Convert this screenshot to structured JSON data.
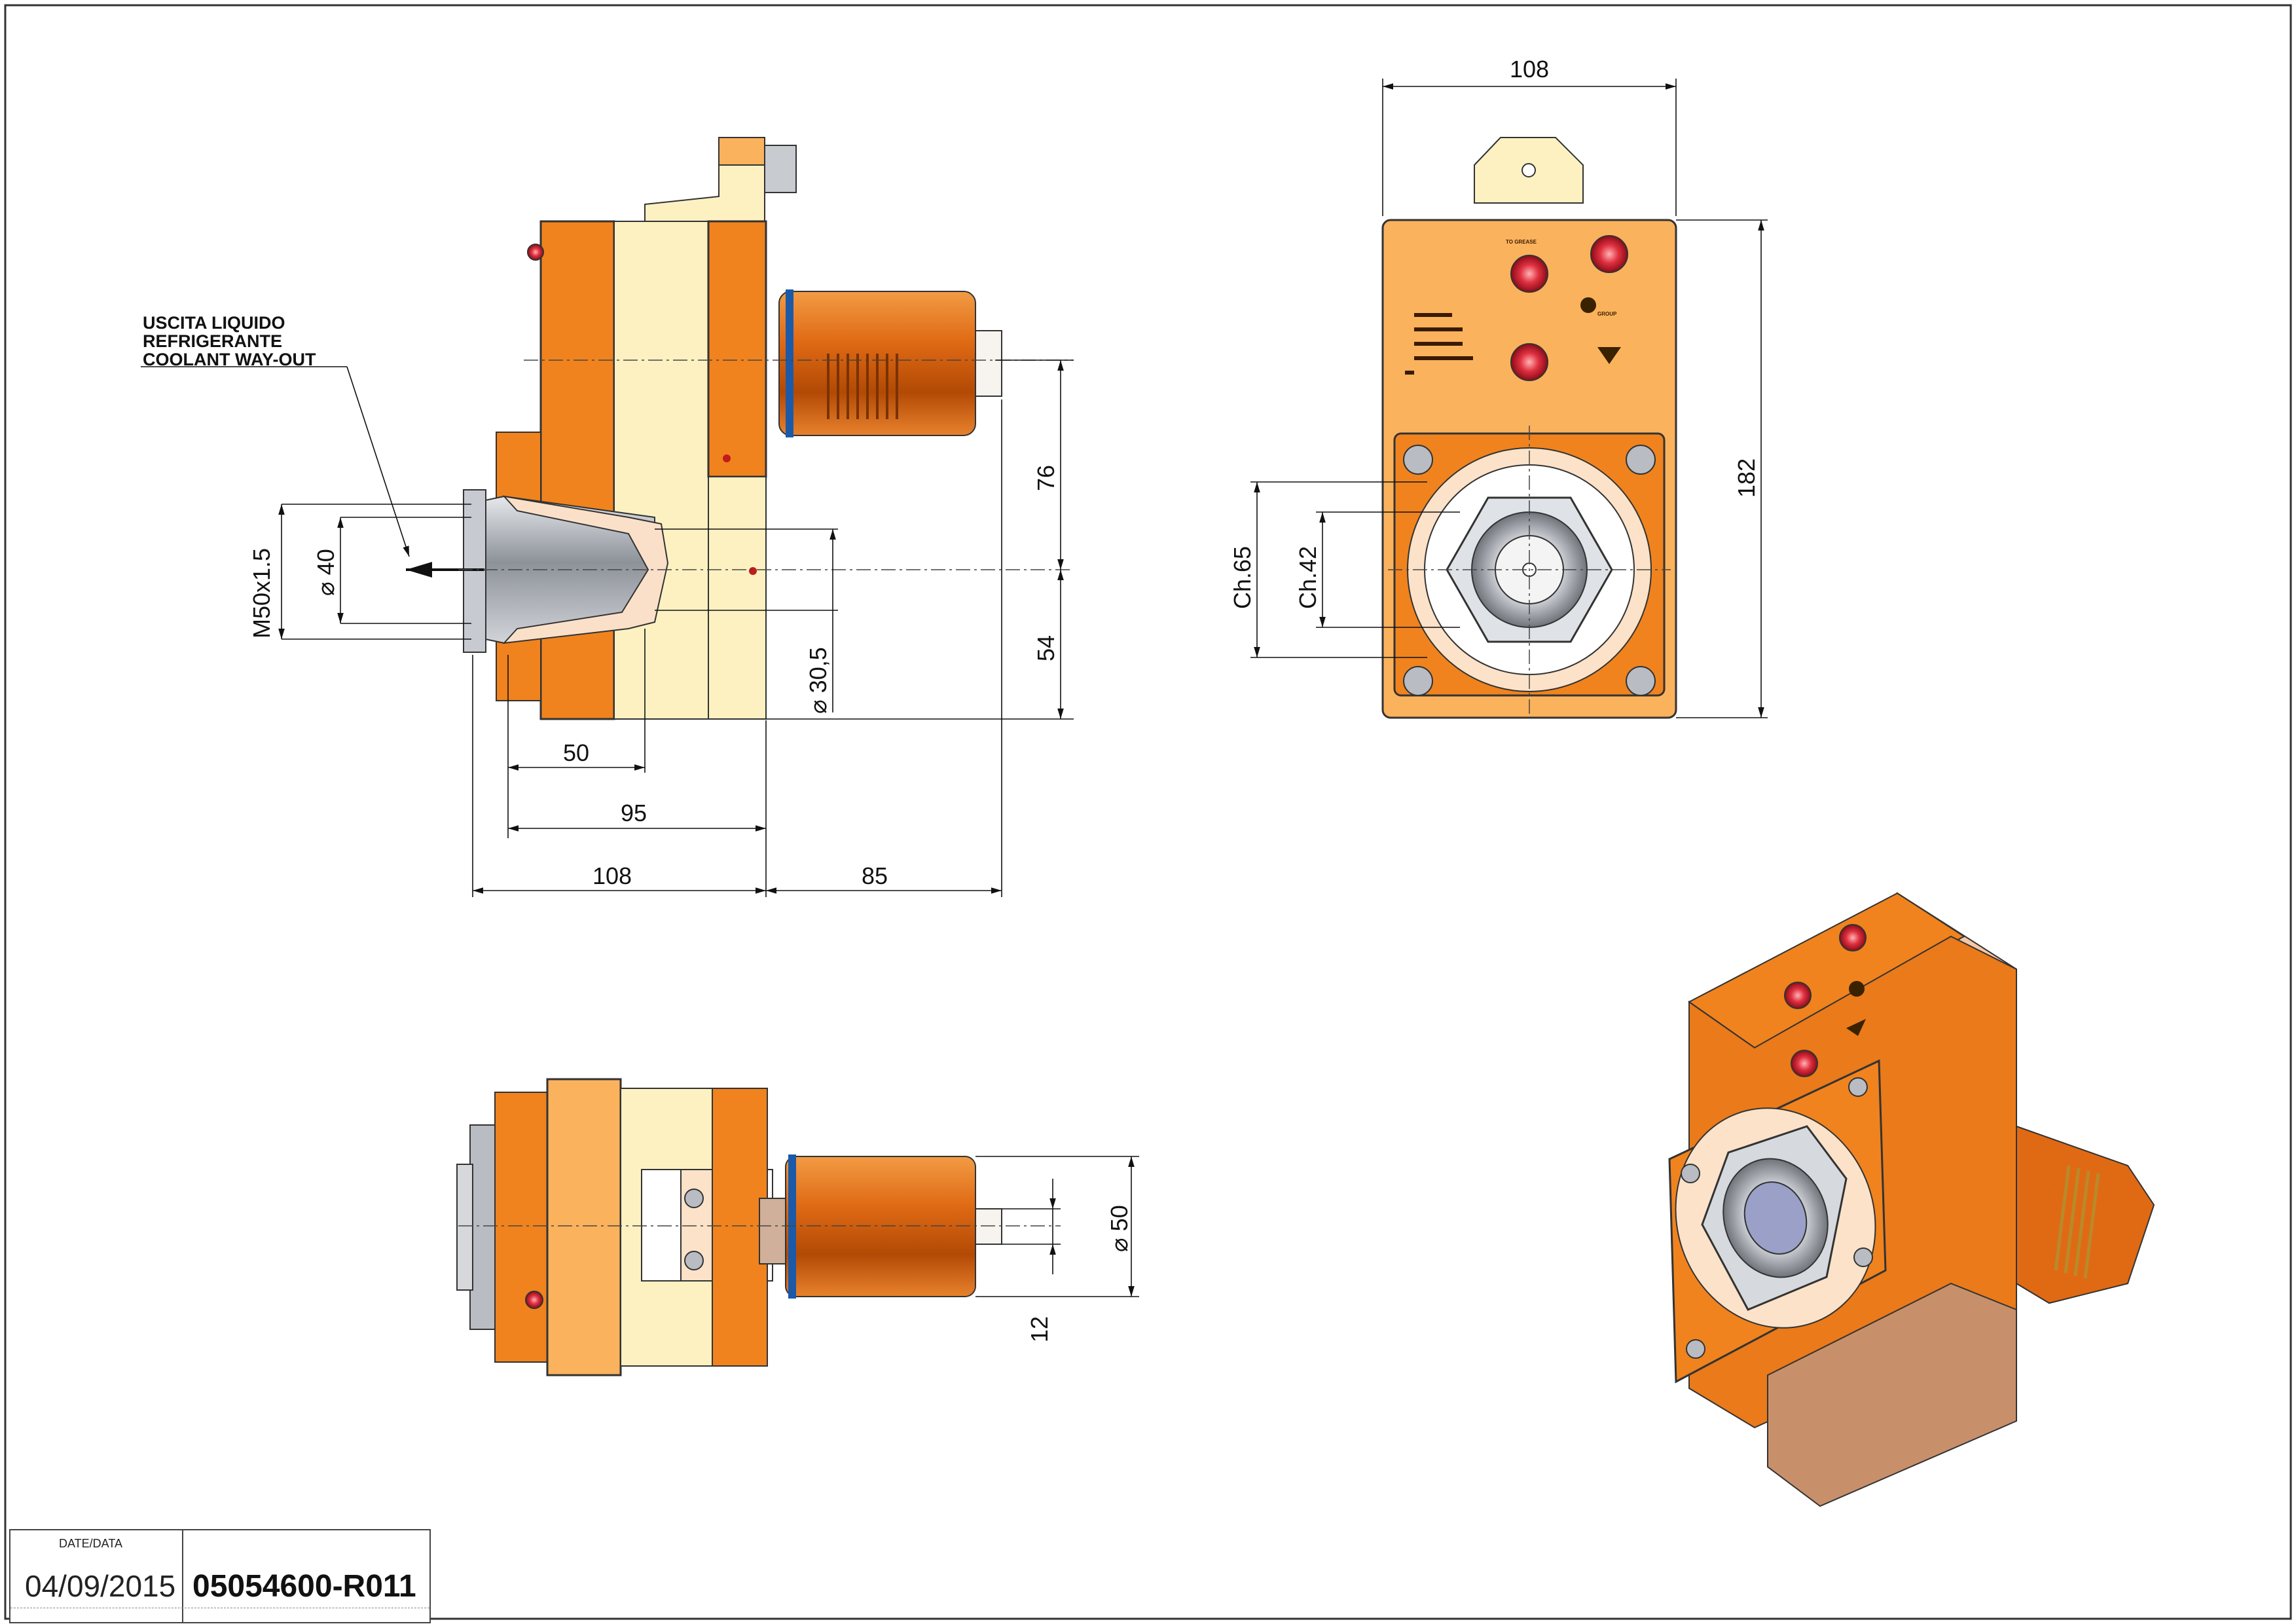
{
  "annotations": {
    "coolant_line1": "USCITA LIQUIDO",
    "coolant_line2": "REFRIGERANTE",
    "coolant_line3": "COOLANT WAY-OUT"
  },
  "side_view": {
    "dim_m50": "M50x1.5",
    "dim_d40": "⌀ 40",
    "dim_d30_5": "⌀ 30,5",
    "dim_76": "76",
    "dim_54": "54",
    "dim_50": "50",
    "dim_95": "95",
    "dim_108": "108",
    "dim_85": "85"
  },
  "front_view": {
    "dim_width": "108",
    "dim_height": "182",
    "dim_ch65": "Ch.65",
    "dim_ch42": "Ch.42",
    "label_grease": "TO GREASE",
    "label_brand": "GROUP"
  },
  "top_view": {
    "dim_d50": "⌀ 50",
    "dim_12": "12"
  },
  "title_block": {
    "date_label": "DATE/DATA",
    "date": "04/09/2015",
    "drawing_number": "05054600-R011"
  },
  "colors": {
    "orange": "#f0831e",
    "light_orange": "#fbb25c",
    "cream": "#fdf1c2",
    "red_fitting": "#d9213a",
    "steel": "#b4b8bf"
  }
}
